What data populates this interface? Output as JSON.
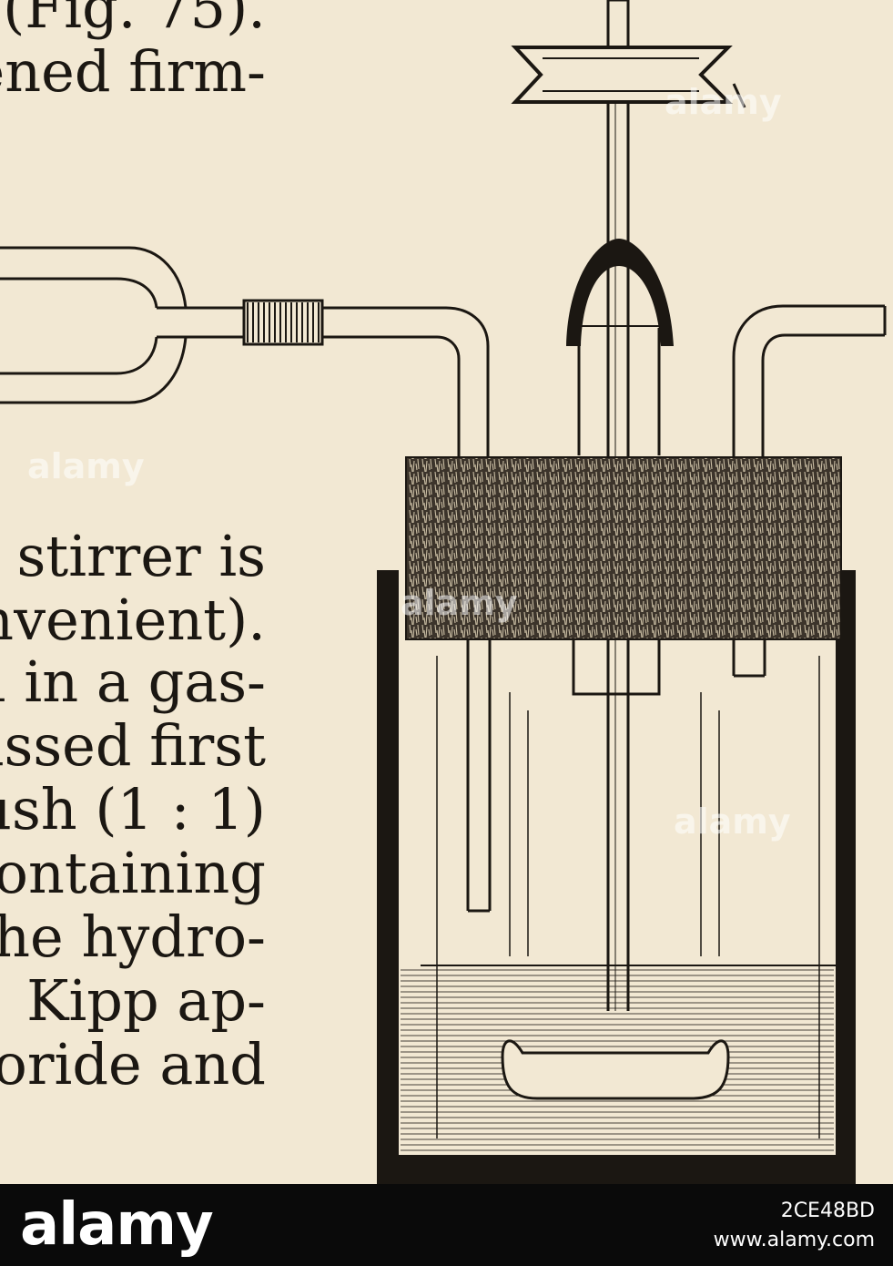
{
  "page_text": {
    "lines": [
      "(Fig. 75).",
      "ened firm-",
      "e stirrer is",
      "nvenient).",
      "l in a gas-",
      "assed first",
      "ush (1 : 1)",
      "containing",
      "he hydro-",
      "Kipp ap-",
      "loride and"
    ]
  },
  "watermark": {
    "brand": "alamy",
    "image_id": "2CE48BD",
    "site": "www.alamy.com"
  },
  "colors": {
    "paper": "#f2e8d3",
    "ink": "#1b1712",
    "bar": "#0a0a0a"
  }
}
